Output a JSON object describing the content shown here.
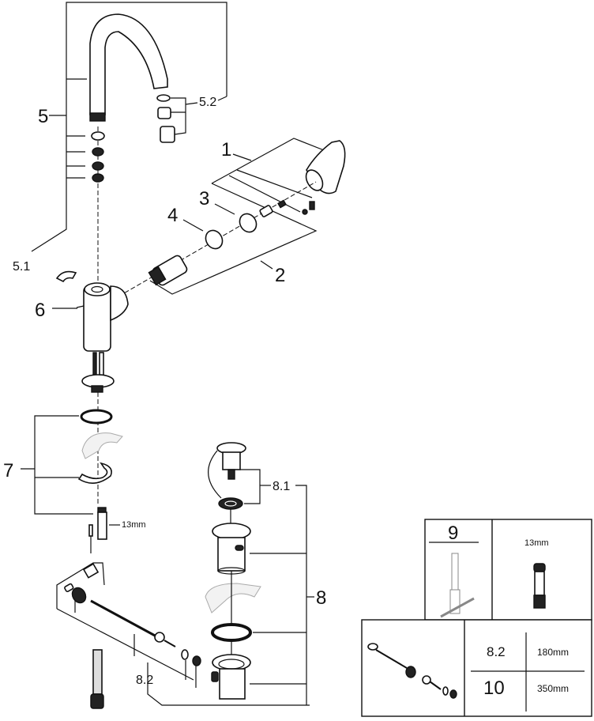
{
  "diagram": {
    "type": "exploded-parts-view",
    "callouts": {
      "p1": "1",
      "p2": "2",
      "p3": "3",
      "p4": "4",
      "p5": "5",
      "p5_1": "5.1",
      "p5_2": "5.2",
      "p6": "6",
      "p7": "7",
      "p7_size": "13mm",
      "p8": "8",
      "p8_1": "8.1",
      "p8_2": "8.2"
    },
    "legend_table": {
      "tool_number": "9",
      "tool_size": "13mm",
      "rows": [
        {
          "label": "8.2",
          "length": "180mm"
        },
        {
          "label": "10",
          "length": "350mm"
        }
      ]
    }
  }
}
